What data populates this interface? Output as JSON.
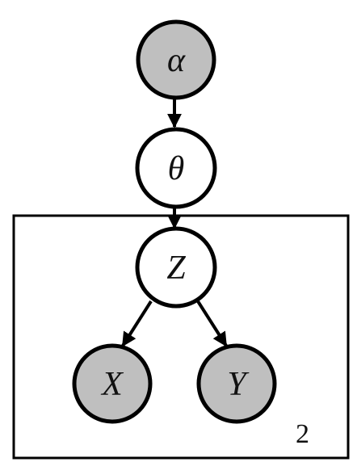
{
  "colors": {
    "observed_fill": "#bfbfbf",
    "latent_fill": "#ffffff",
    "stroke": "#000000"
  },
  "nodes": {
    "alpha": {
      "label": "α",
      "observed": true
    },
    "theta": {
      "label": "θ",
      "observed": false
    },
    "z": {
      "label": "Z",
      "observed": false
    },
    "x": {
      "label": "X",
      "observed": true
    },
    "y": {
      "label": "Y",
      "observed": true
    }
  },
  "edges": [
    {
      "from": "alpha",
      "to": "theta"
    },
    {
      "from": "theta",
      "to": "z"
    },
    {
      "from": "z",
      "to": "x"
    },
    {
      "from": "z",
      "to": "y"
    }
  ],
  "plate": {
    "count_label": "2"
  }
}
